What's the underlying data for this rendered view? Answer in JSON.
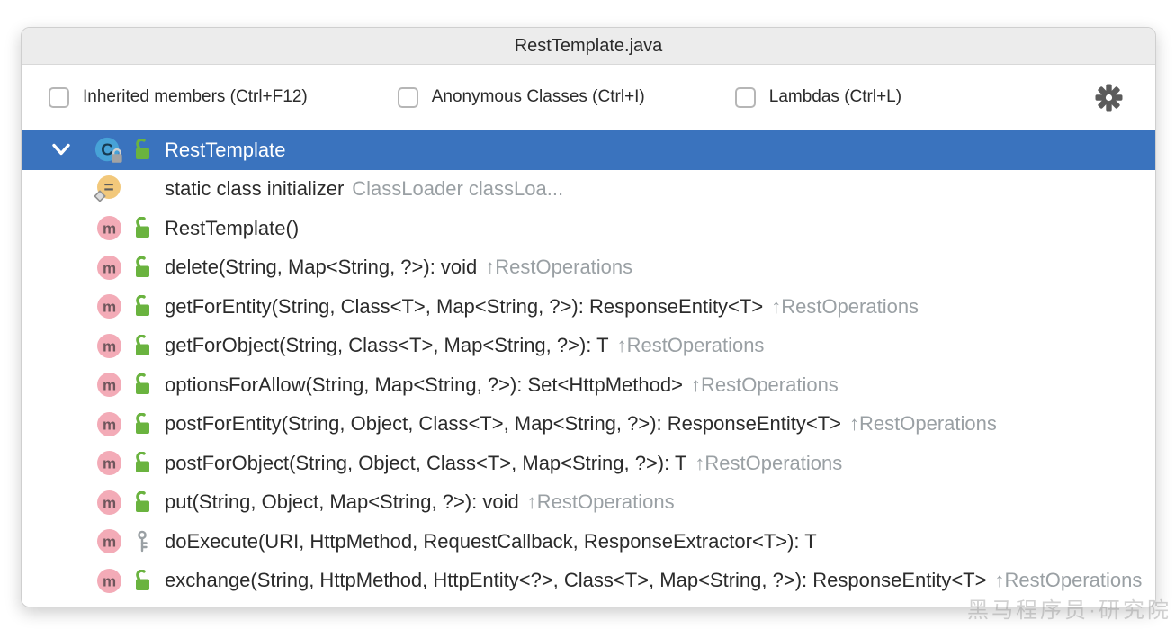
{
  "window": {
    "title": "RestTemplate.java"
  },
  "toolbar": {
    "checkboxes": [
      {
        "label": "Inherited members (Ctrl+F12)",
        "checked": false
      },
      {
        "label": "Anonymous Classes (Ctrl+I)",
        "checked": false
      },
      {
        "label": "Lambdas (Ctrl+L)",
        "checked": false
      }
    ],
    "gear_icon": "settings-gear-icon"
  },
  "tree": {
    "root": {
      "label": "RestTemplate",
      "icon": "class-icon",
      "visibility": "public",
      "selected": true,
      "expanded": true
    },
    "members": [
      {
        "icon": "class-initializer-icon",
        "visibility": "none",
        "label": "static class initializer",
        "detail": "ClassLoader classLoa..."
      },
      {
        "icon": "method-icon",
        "visibility": "public",
        "label": "RestTemplate()",
        "detail": ""
      },
      {
        "icon": "method-icon",
        "visibility": "public",
        "label": "delete(String, Map<String, ?>): void",
        "detail": "↑RestOperations"
      },
      {
        "icon": "method-icon",
        "visibility": "public",
        "label": "getForEntity(String, Class<T>, Map<String, ?>): ResponseEntity<T>",
        "detail": "↑RestOperations"
      },
      {
        "icon": "method-icon",
        "visibility": "public",
        "label": "getForObject(String, Class<T>, Map<String, ?>): T",
        "detail": "↑RestOperations"
      },
      {
        "icon": "method-icon",
        "visibility": "public",
        "label": "optionsForAllow(String, Map<String, ?>): Set<HttpMethod>",
        "detail": "↑RestOperations"
      },
      {
        "icon": "method-icon",
        "visibility": "public",
        "label": "postForEntity(String, Object, Class<T>, Map<String, ?>): ResponseEntity<T>",
        "detail": "↑RestOperations"
      },
      {
        "icon": "method-icon",
        "visibility": "public",
        "label": "postForObject(String, Object, Class<T>, Map<String, ?>): T",
        "detail": "↑RestOperations"
      },
      {
        "icon": "method-icon",
        "visibility": "public",
        "label": "put(String, Object, Map<String, ?>): void",
        "detail": "↑RestOperations"
      },
      {
        "icon": "method-icon",
        "visibility": "protected",
        "label": "doExecute(URI, HttpMethod, RequestCallback, ResponseExtractor<T>): T",
        "detail": ""
      },
      {
        "icon": "method-icon",
        "visibility": "public",
        "label": "exchange(String, HttpMethod, HttpEntity<?>, Class<T>, Map<String, ?>): ResponseEntity<T>",
        "detail": "↑RestOperations"
      }
    ]
  },
  "colors": {
    "selection_blue": "#3a73be",
    "titlebar_gray": "#ececec",
    "text_dark": "#2b2b2b",
    "text_gray": "#9aa0a4",
    "method_pink": "#f3abb7",
    "public_green": "#6ab33f",
    "class_blue": "#47a2d7",
    "initializer_orange": "#f2c87b",
    "gear_gray": "#5b5b5b"
  },
  "watermark": "黑马程序员·研究院"
}
